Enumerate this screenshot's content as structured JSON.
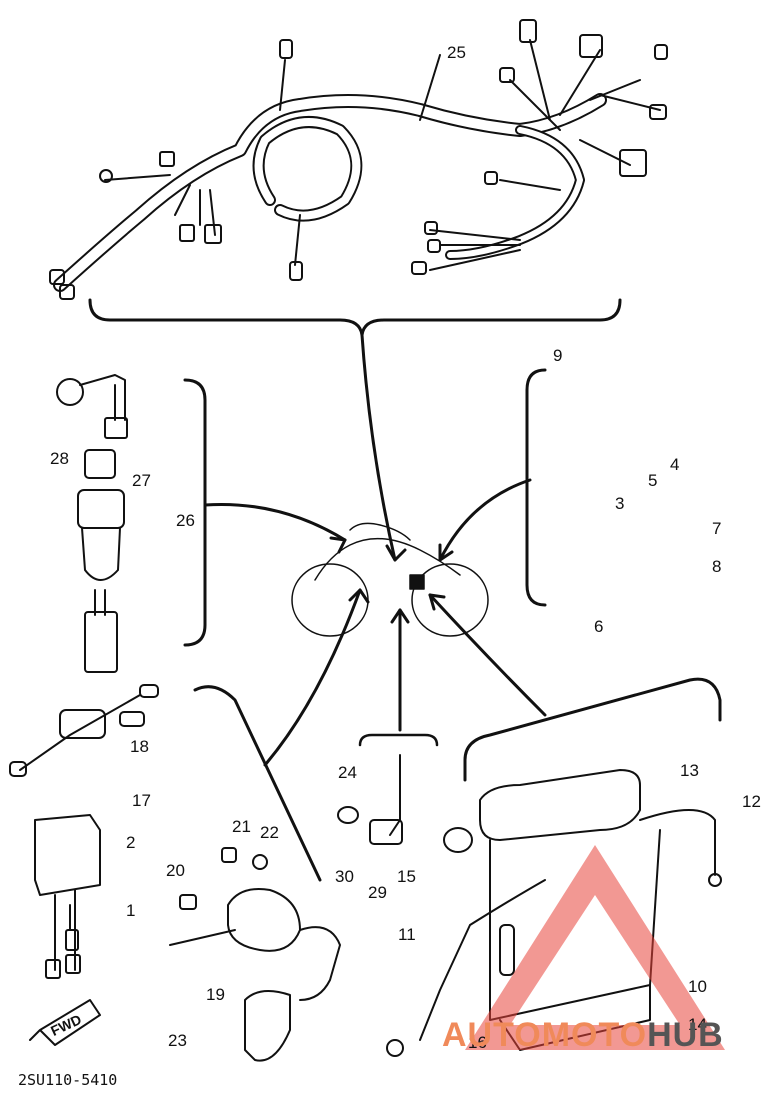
{
  "diagram_code": "2SU110-5410",
  "direction_tag": "FWD",
  "watermark": {
    "part1": "AUTOMOTO",
    "part2": "HUB",
    "color_main": "#f08a5a",
    "color_dark": "#555555",
    "triangle_color": "#e8433a"
  },
  "callouts": [
    "1",
    "2",
    "3",
    "4",
    "5",
    "6",
    "7",
    "8",
    "9",
    "10",
    "11",
    "12",
    "13",
    "14",
    "15",
    "16",
    "17",
    "18",
    "19",
    "20",
    "21",
    "22",
    "23",
    "24",
    "25",
    "26",
    "27",
    "28",
    "29",
    "30"
  ]
}
